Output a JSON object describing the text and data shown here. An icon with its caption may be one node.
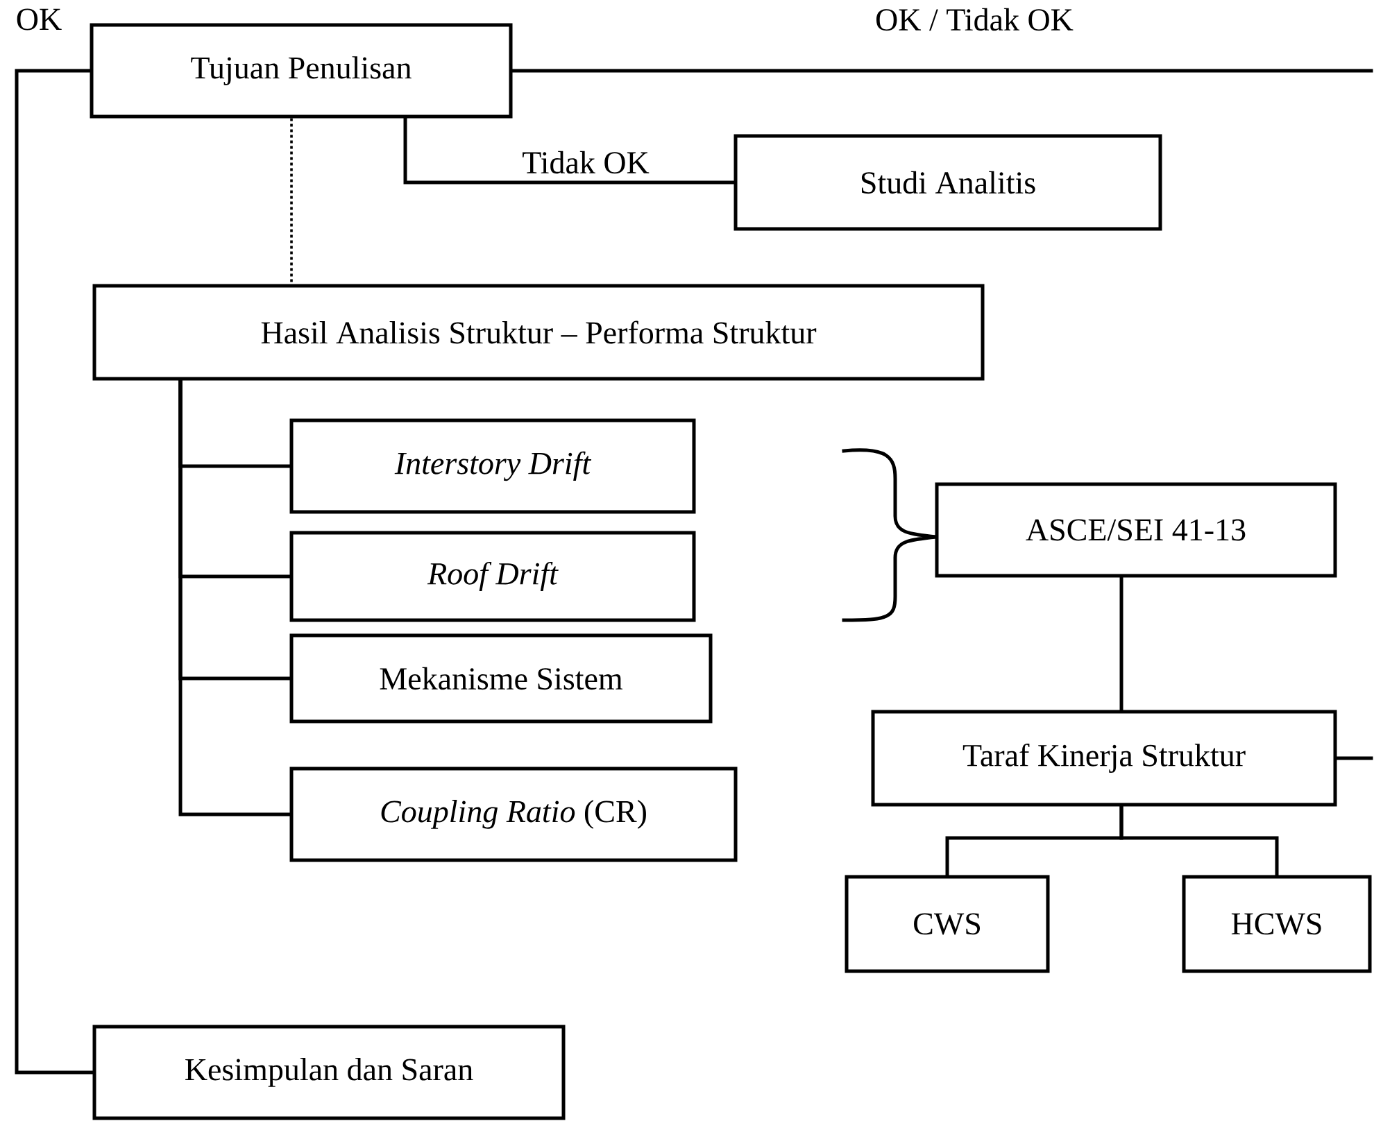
{
  "diagram": {
    "nodes": [
      {
        "text": [
          "Tujuan Penulisan"
        ]
      },
      {
        "text": [
          "Studi Analitis"
        ]
      },
      {
        "text": [
          "Hasil Analisis Struktur – Performa Struktur"
        ]
      },
      {
        "text": [
          "Interstory Drift"
        ]
      },
      {
        "text": [
          "Roof Drift"
        ]
      },
      {
        "text": [
          "Mekanisme Sistem"
        ]
      },
      {
        "text": [
          "*Coupling Ratio* (CR)"
        ]
      },
      {
        "text": [
          "ASCE/SEI 41-13"
        ]
      },
      {
        "text": [
          "Taraf Kinerja Struktur"
        ]
      },
      {
        "text": [
          "CWS"
        ]
      },
      {
        "text": [
          "HCWS"
        ]
      },
      {
        "text": [
          "Kesimpulan dan Saran"
        ]
      }
    ],
    "edges": [
      {
        "from": 0,
        "to": 1,
        "arrow": "none",
        "label": "Tidak OK"
      },
      {
        "from": 0,
        "to": 2,
        "arrow": "none",
        "style": "dashed"
      },
      {
        "from": 2,
        "to": 3,
        "arrow": "none"
      },
      {
        "from": 2,
        "to": 4,
        "arrow": "none"
      },
      {
        "from": 2,
        "to": 5,
        "arrow": "none"
      },
      {
        "from": 2,
        "to": 6,
        "arrow": "none"
      },
      {
        "from": 0,
        "to": 11,
        "arrow": "none",
        "label": "OK"
      },
      {
        "from": 0,
        "to": null,
        "arrow": "none",
        "label": "OK / Tidak OK"
      },
      {
        "from": 7,
        "to": 8,
        "arrow": "none"
      },
      {
        "from": 8,
        "to": null,
        "arrow": "none"
      },
      {
        "from": 8,
        "to": 9,
        "arrow": "none"
      },
      {
        "from": 8,
        "to": 10,
        "arrow": "none"
      }
    ]
  }
}
